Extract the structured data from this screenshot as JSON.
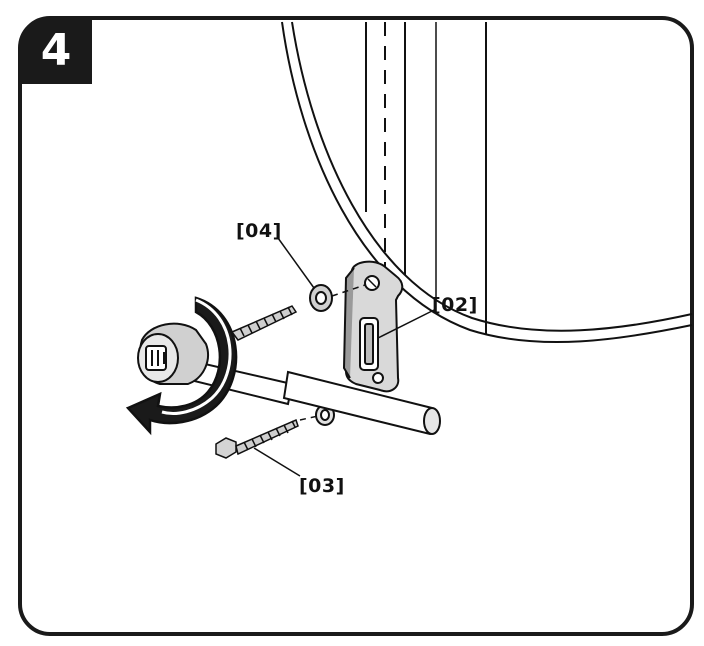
{
  "step": {
    "number": "4"
  },
  "callouts": {
    "washer": "[04]",
    "bracket": "[02]",
    "screw": "[03]"
  },
  "icons": {
    "rotation": "curved-arrow-clockwise",
    "tool": "socket-driver"
  },
  "colors": {
    "frame": "#1a1a1a",
    "badge": "#1a1a1a",
    "badge_text": "#ffffff",
    "line": "#111111",
    "metal": "#b8b8b8"
  }
}
